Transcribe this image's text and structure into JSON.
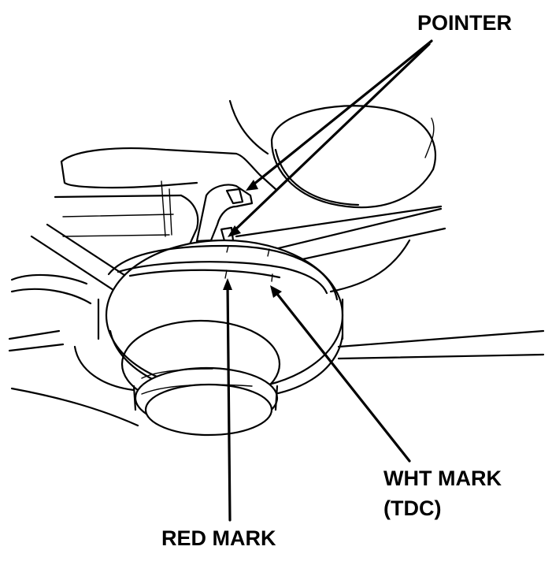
{
  "labels": {
    "pointer": "POINTER",
    "wht_mark": "WHT MARK",
    "tdc": "(TDC)",
    "red_mark": "RED MARK"
  },
  "colors": {
    "ink": "#000000",
    "background": "#ffffff"
  }
}
